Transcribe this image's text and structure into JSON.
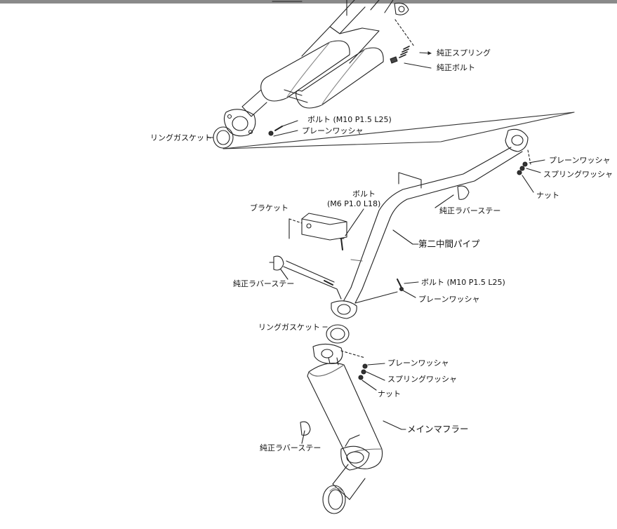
{
  "labels": {
    "genuine_spring": "純正スプリング",
    "genuine_bolt": "純正ボルト",
    "bolt_m10_top": "ボルト (M10 P1.5 L25)",
    "plain_washer_top": "プレーンワッシャ",
    "ring_gasket_top": "リングガスケット",
    "plain_washer_right": "プレーンワッシャ",
    "spring_washer_right": "スプリングワッシャ",
    "nut_right": "ナット",
    "bolt_m6_line1": "ボルト",
    "bolt_m6_line2": "(M6 P1.0 L18)",
    "bracket": "ブラケット",
    "rubber_stay_mid": "純正ラバーステー",
    "second_mid_pipe": "第二中間パイプ",
    "rubber_stay_left": "純正ラバーステー",
    "bolt_m10_mid": "ボルト (M10 P1.5 L25)",
    "plain_washer_mid": "プレーンワッシャ",
    "ring_gasket_mid": "リングガスケット",
    "plain_washer_low": "プレーンワッシャ",
    "spring_washer_low": "スプリングワッシャ",
    "nut_low": "ナット",
    "main_muffler": "メインマフラー",
    "rubber_stay_bottom": "純正ラバーステー"
  }
}
